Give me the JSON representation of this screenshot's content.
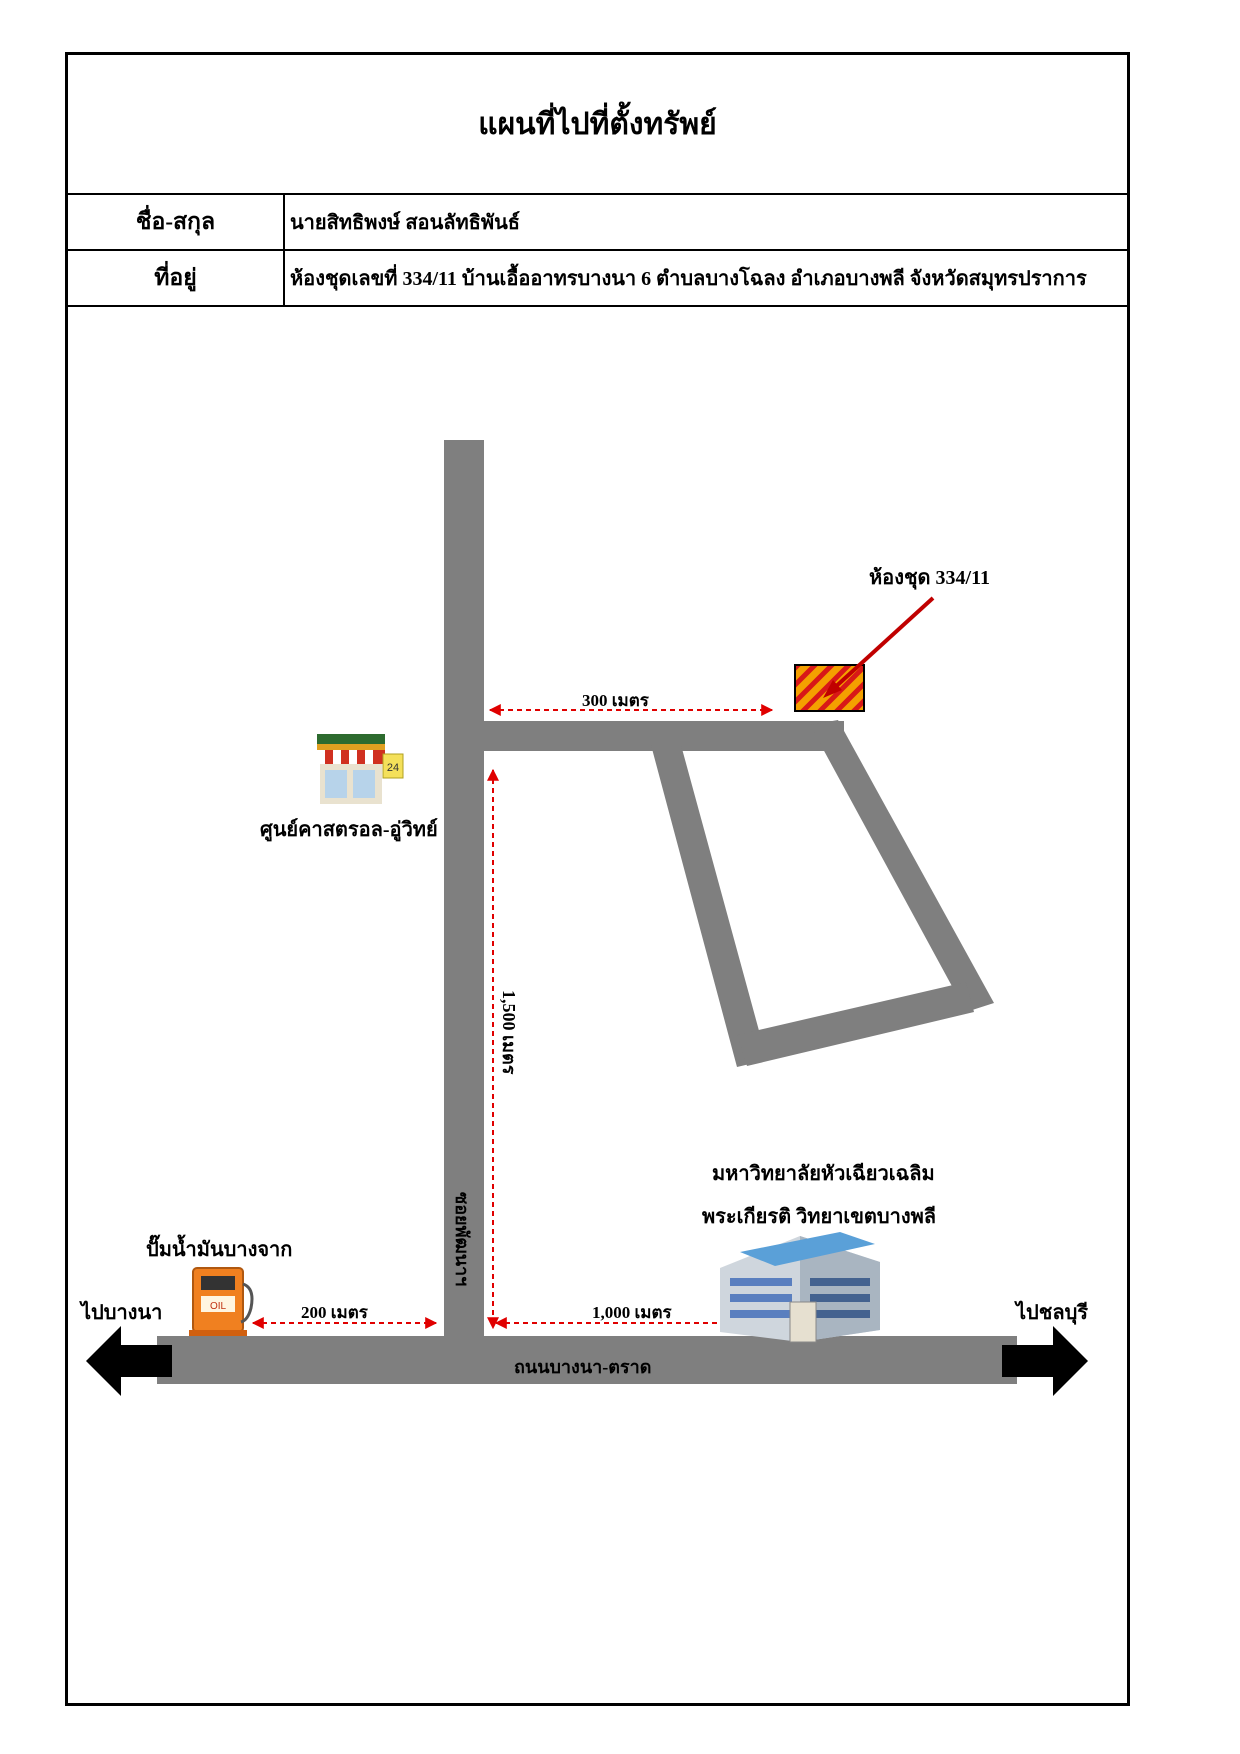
{
  "title": "แผนที่ไปที่ตั้งทรัพย์",
  "owner": {
    "label": "ชื่อ-สกุล",
    "value": "นายสิทธิพงษ์ สอนลัทธิพันธ์"
  },
  "address": {
    "label": "ที่อยู่",
    "value": "ห้องชุดเลขที่ 334/11 บ้านเอื้ออาทรบางนา 6 ตำบลบางโฉลง อำเภอบางพลี จังหวัดสมุทรปราการ"
  },
  "map": {
    "target_label": "ห้องชุด 334/11",
    "landmarks": {
      "store": "ศูนย์คาสตรอล-อู่วิทย์",
      "gas_station": "ปั๊มน้ำมันบางจาก",
      "university_line1": "มหาวิทยาลัยหัวเฉียวเฉลิม",
      "university_line2": "พระเกียรติ วิทยาเขตบางพลี"
    },
    "roads": {
      "main_road": "ถนนบางนา-ตราด",
      "soi": "ซอยพัฒนาฯ"
    },
    "directions": {
      "left": "ไปบางนา",
      "right": "ไปชลบุรี"
    },
    "distances": {
      "to_target": "300 เมตร",
      "along_soi": "1,500 เมตร",
      "to_gas_station": "200 เมตร",
      "to_university": "1,000 เมตร"
    },
    "colors": {
      "road": "#7f7f7f",
      "arrow": "#000000",
      "pointer": "#c00000",
      "dimension": "#e00000",
      "target_fill": "#f4a000",
      "target_stripe": "#d81818"
    }
  }
}
